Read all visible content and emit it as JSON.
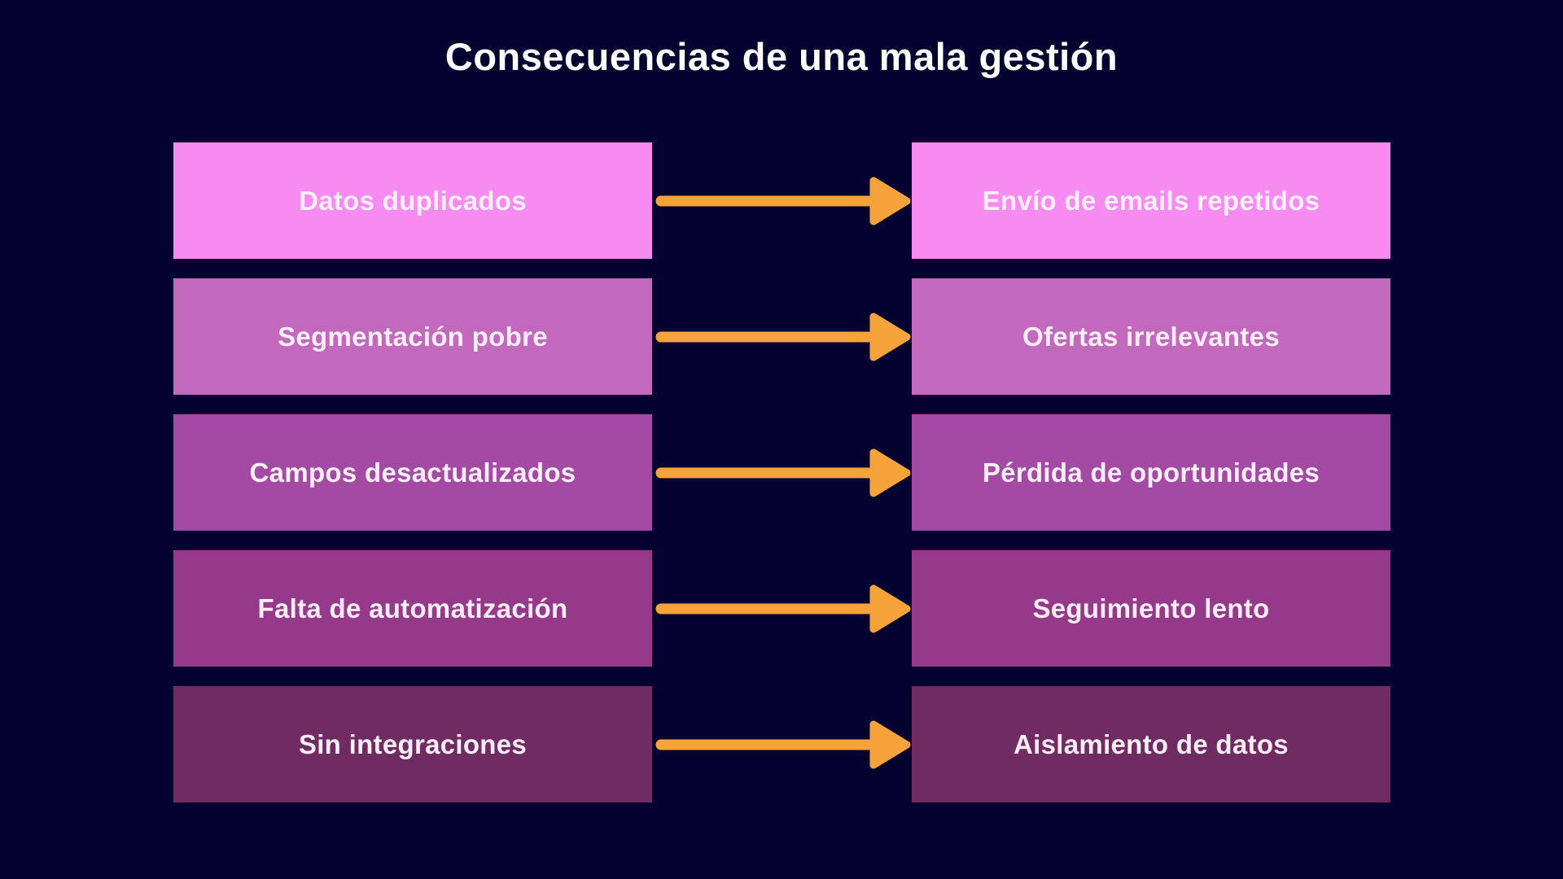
{
  "title": "Consecuencias de una mala gestión",
  "colors": {
    "background": "#060230",
    "title_text": "#fdfdfd",
    "box_text": "#fbeef8",
    "arrow": "#f6a33b"
  },
  "rows": [
    {
      "cause": "Datos duplicados",
      "effect": "Envío de emails repetidos",
      "color": "#f78bf1"
    },
    {
      "cause": "Segmentación pobre",
      "effect": "Ofertas irrelevantes",
      "color": "#c268bd"
    },
    {
      "cause": "Campos desactualizados",
      "effect": "Pérdida de oportunidades",
      "color": "#a34ba4"
    },
    {
      "cause": "Falta de automatización",
      "effect": "Seguimiento lento",
      "color": "#96398a"
    },
    {
      "cause": "Sin integraciones",
      "effect": "Aislamiento de datos",
      "color": "#702b62"
    }
  ]
}
